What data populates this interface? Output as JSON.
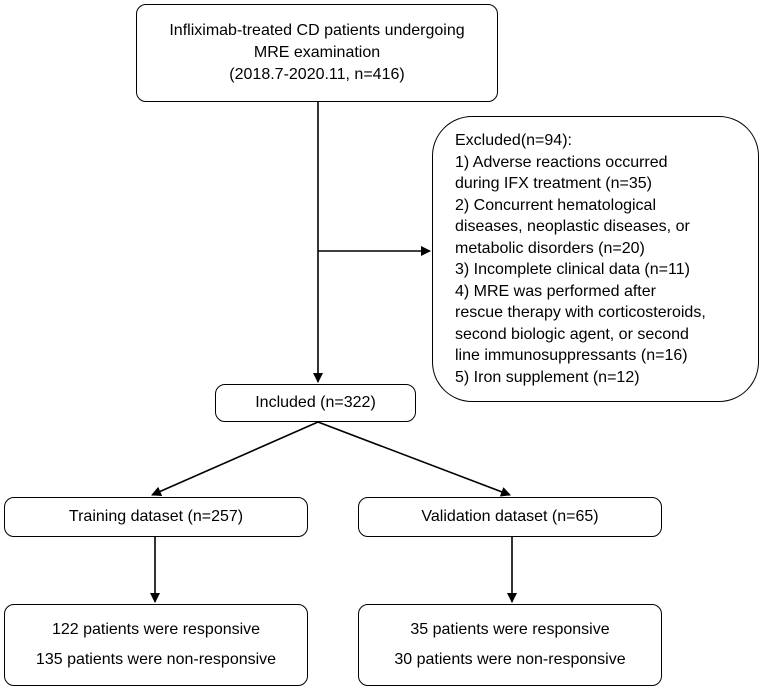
{
  "top_box": {
    "lines": [
      "Infliximab-treated CD patients undergoing",
      "MRE examination",
      "(2018.7-2020.11, n=416)"
    ]
  },
  "excluded_box": {
    "lines": [
      "Excluded(n=94):",
      "1) Adverse reactions occurred",
      "during IFX treatment (n=35)",
      "2) Concurrent hematological",
      "diseases, neoplastic diseases, or",
      "metabolic disorders (n=20)",
      "3) Incomplete clinical data (n=11)",
      "4) MRE was performed after",
      "rescue therapy with corticosteroids,",
      "second biologic agent, or second",
      "line immunosuppressants (n=16)",
      "5) Iron supplement (n=12)"
    ]
  },
  "included_box": {
    "label": "Included (n=322)"
  },
  "training_box": {
    "label": "Training dataset (n=257)"
  },
  "validation_box": {
    "label": "Validation dataset (n=65)"
  },
  "training_result": {
    "lines": [
      "122 patients were responsive",
      "135 patients were non-responsive"
    ]
  },
  "validation_result": {
    "lines": [
      "35 patients were responsive",
      "30 patients were non-responsive"
    ]
  },
  "colors": {
    "stroke": "#000000",
    "background": "#ffffff"
  }
}
